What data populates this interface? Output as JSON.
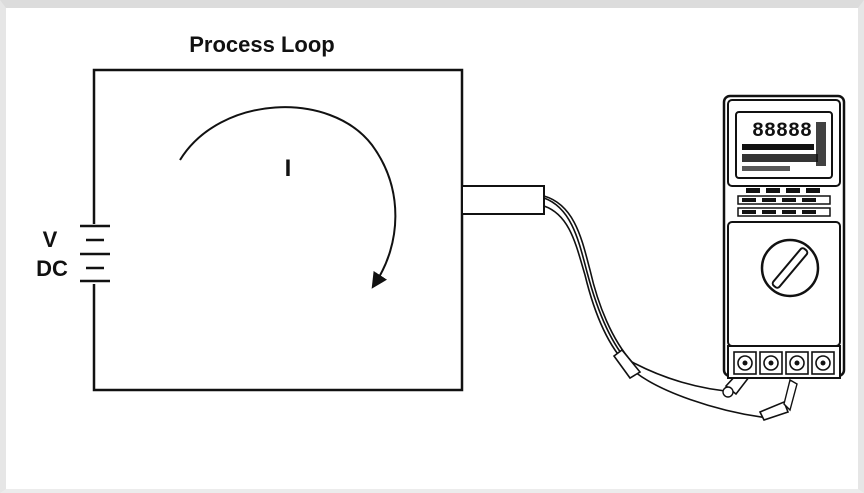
{
  "diagram": {
    "title": "Process Loop",
    "current_label": "I",
    "source_label_line1": "V",
    "source_label_line2": "DC",
    "meter_display": "88888"
  }
}
